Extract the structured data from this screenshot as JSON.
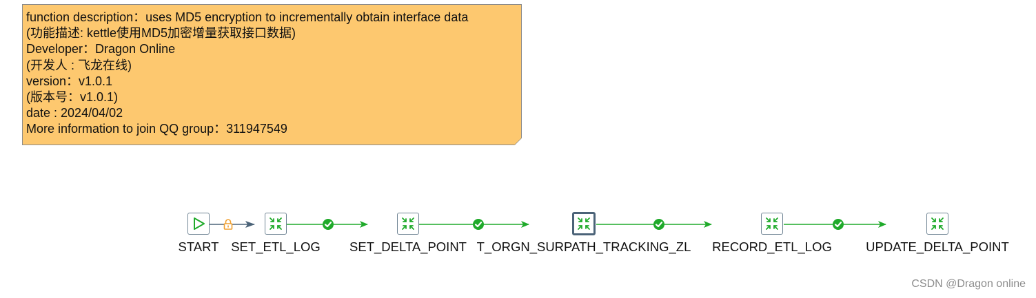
{
  "note": {
    "lines": [
      "function description：uses MD5 encryption to incrementally obtain interface data",
      "(功能描述: kettle使用MD5加密增量获取接口数据)",
      "Developer：Dragon Online",
      "(开发人 : 飞龙在线)",
      "version：v1.0.1",
      "(版本号：v1.0.1)",
      "date  : 2024/04/02",
      "More information to join QQ group：311947549"
    ]
  },
  "steps": [
    {
      "label": "START",
      "icon": "start-play-icon"
    },
    {
      "label": "SET_ETL_LOG",
      "icon": "transformation-icon"
    },
    {
      "label": "SET_DELTA_POINT",
      "icon": "transformation-icon"
    },
    {
      "label": "T_ORGN_SURPATH_TRACKING_ZL",
      "icon": "transformation-icon",
      "selected": true
    },
    {
      "label": "RECORD_ETL_LOG",
      "icon": "transformation-icon"
    },
    {
      "label": "UPDATE_DELTA_POINT",
      "icon": "transformation-icon"
    }
  ],
  "hops": [
    {
      "from": "START",
      "to": "SET_ETL_LOG",
      "type": "unconditional",
      "icon": "lock-icon"
    },
    {
      "from": "SET_ETL_LOG",
      "to": "SET_DELTA_POINT",
      "type": "on-success",
      "icon": "check-circle-icon"
    },
    {
      "from": "SET_DELTA_POINT",
      "to": "T_ORGN_SURPATH_TRACKING_ZL",
      "type": "on-success",
      "icon": "check-circle-icon"
    },
    {
      "from": "T_ORGN_SURPATH_TRACKING_ZL",
      "to": "RECORD_ETL_LOG",
      "type": "on-success",
      "icon": "check-circle-icon"
    },
    {
      "from": "RECORD_ETL_LOG",
      "to": "UPDATE_DELTA_POINT",
      "type": "on-success",
      "icon": "check-circle-icon"
    }
  ],
  "colors": {
    "note_background": "#fdc86f",
    "success_hop": "#1faa2a",
    "unconditional_hop": "#4b6378",
    "lock": "#f0a030"
  },
  "watermark": "CSDN @Dragon online"
}
